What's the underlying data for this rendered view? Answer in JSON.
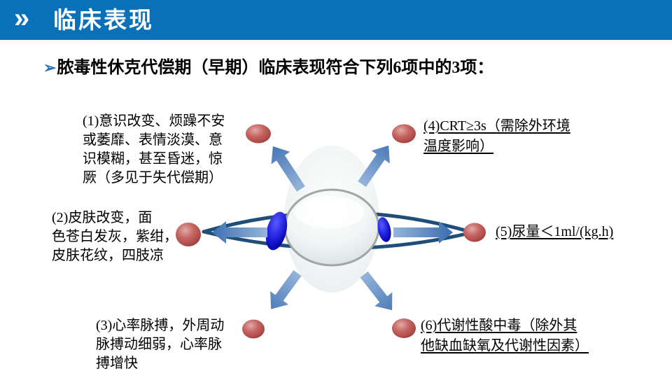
{
  "banner": {
    "chevron_glyph": "»",
    "title": "临床表现",
    "bg_color": "#0a71b8"
  },
  "heading": {
    "bullet_glyph": "➢",
    "text": "脓毒性休克代偿期（早期）临床表现符合下列6项中的3项："
  },
  "items": [
    {
      "id": 1,
      "underlined": false,
      "text": "(1)意识改变、烦躁不安\n或萎靡、表情淡漠、意\n识模糊，甚至昏迷，惊\n厥（多见于失代偿期）"
    },
    {
      "id": 2,
      "underlined": false,
      "text": "(2)皮肤改变，面\n色苍白发灰，紫绀，\n皮肤花纹，四肢凉"
    },
    {
      "id": 3,
      "underlined": false,
      "text": "(3)心率脉搏，外周动\n脉搏动细弱，心率脉\n搏增快"
    },
    {
      "id": 4,
      "underlined": true,
      "text": "(4)CRT≥3s（需除外环境\n温度影响）"
    },
    {
      "id": 5,
      "underlined": true,
      "text": "(5)尿量＜1ml/(kg.h)"
    },
    {
      "id": 6,
      "underlined": true,
      "text": "(6)代谢性酸中毒（除外其\n他缺血缺氧及代谢性因素）"
    }
  ],
  "diagram": {
    "description": "central glossy sphere with orbit ring, six outward arrows to six red oval nodes",
    "node_count": 6,
    "colors": {
      "banner_blue": "#0a71b8",
      "bullet_blue": "#2e74b5",
      "arrow_steel_blue": "#4f81bd",
      "ring_navy": "#1f4e79",
      "node_red": "#c0504d",
      "blob_blue": "#1a1acc",
      "sphere_gray": "#dfe5e5",
      "text_black": "#000000"
    }
  }
}
